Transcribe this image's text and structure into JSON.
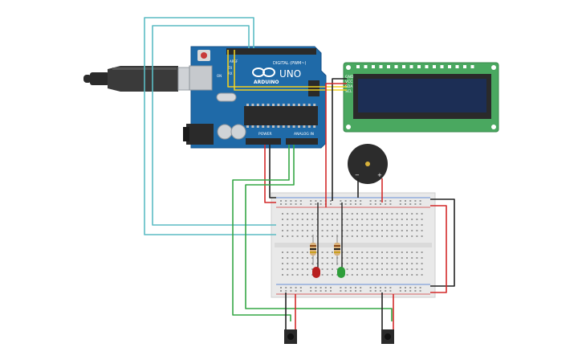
{
  "board": {
    "brand": "ARDUINO",
    "model": "UNO",
    "digital_label": "DIGITAL (PWM~)",
    "power_label": "POWER",
    "analog_label": "ANALOG IN",
    "tx_label": "TX",
    "rx_label": "RX",
    "aref_label": "AREF",
    "gnd_label": "GND",
    "on_label": "ON"
  },
  "lcd": {
    "pins": [
      "GND",
      "VCC",
      "SDA",
      "SCL"
    ]
  },
  "buzzer": {
    "minus": "−",
    "plus": "+"
  },
  "colors": {
    "wire_cyan": "#5bbcc4",
    "wire_black": "#222222",
    "wire_red": "#d42a2a",
    "wire_green": "#35a745",
    "wire_yellow": "#f0d020",
    "board_blue": "#1f6aa8",
    "lcd_green": "#4aa860",
    "lcd_screen": "#1c2e55",
    "breadboard": "#e9e9e9",
    "led_red": "#b81f1f",
    "led_green": "#2e9e3a"
  },
  "components": [
    "arduino-uno",
    "usb-cable",
    "lcd-i2c",
    "piezo-buzzer",
    "breadboard",
    "resistor",
    "resistor",
    "red-led",
    "green-led",
    "push-button",
    "push-button"
  ]
}
